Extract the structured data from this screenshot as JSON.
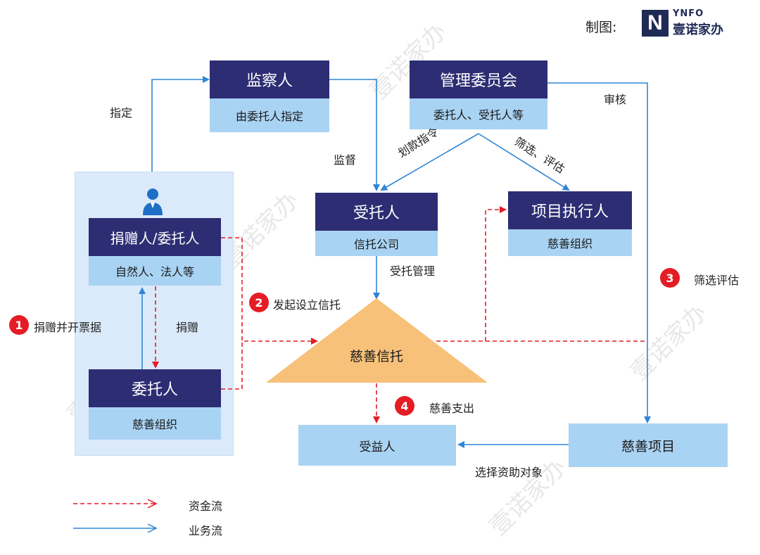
{
  "header": {
    "made_by_label": "制图:",
    "logo_text_en": "YNFO",
    "logo_text_cn": "壹诺家办"
  },
  "nodes": {
    "supervisor": {
      "title": "监察人",
      "subtitle": "由委托人指定"
    },
    "committee": {
      "title": "管理委员会",
      "subtitle": "委托人、受托人等"
    },
    "trustee": {
      "title": "受托人",
      "subtitle": "信托公司"
    },
    "executor": {
      "title": "项目执行人",
      "subtitle": "慈善组织"
    },
    "donor": {
      "title": "捐赠人/委托人",
      "subtitle": "自然人、法人等"
    },
    "settlor": {
      "title": "委托人",
      "subtitle": "慈善组织"
    },
    "trust": {
      "title": "慈善信托"
    },
    "beneficiary": {
      "title": "受益人"
    },
    "project": {
      "title": "慈善项目"
    }
  },
  "edge_labels": {
    "appoint": "指定",
    "supervise": "监督",
    "review": "审核",
    "transfer_instruction": "划款指令",
    "screen_evaluate": "筛选、评估",
    "trust_management": "受托管理",
    "donate": "捐赠",
    "select_recipients": "选择资助对象"
  },
  "steps": [
    {
      "number": "1",
      "label": "捐赠并开票据"
    },
    {
      "number": "2",
      "label": "发起设立信托"
    },
    {
      "number": "3",
      "label": "筛选评估"
    },
    {
      "number": "4",
      "label": "慈善支出"
    }
  ],
  "legend": {
    "fund_flow": "资金流",
    "business_flow": "业务流"
  },
  "watermark_text": "壹诺家办",
  "colors": {
    "head": "#2c2d73",
    "body": "#a9d3f3",
    "trust": "#f7c17a",
    "fund_flow": "#e41d25",
    "business_flow": "#2f86d6",
    "badge": "#e41d25"
  }
}
